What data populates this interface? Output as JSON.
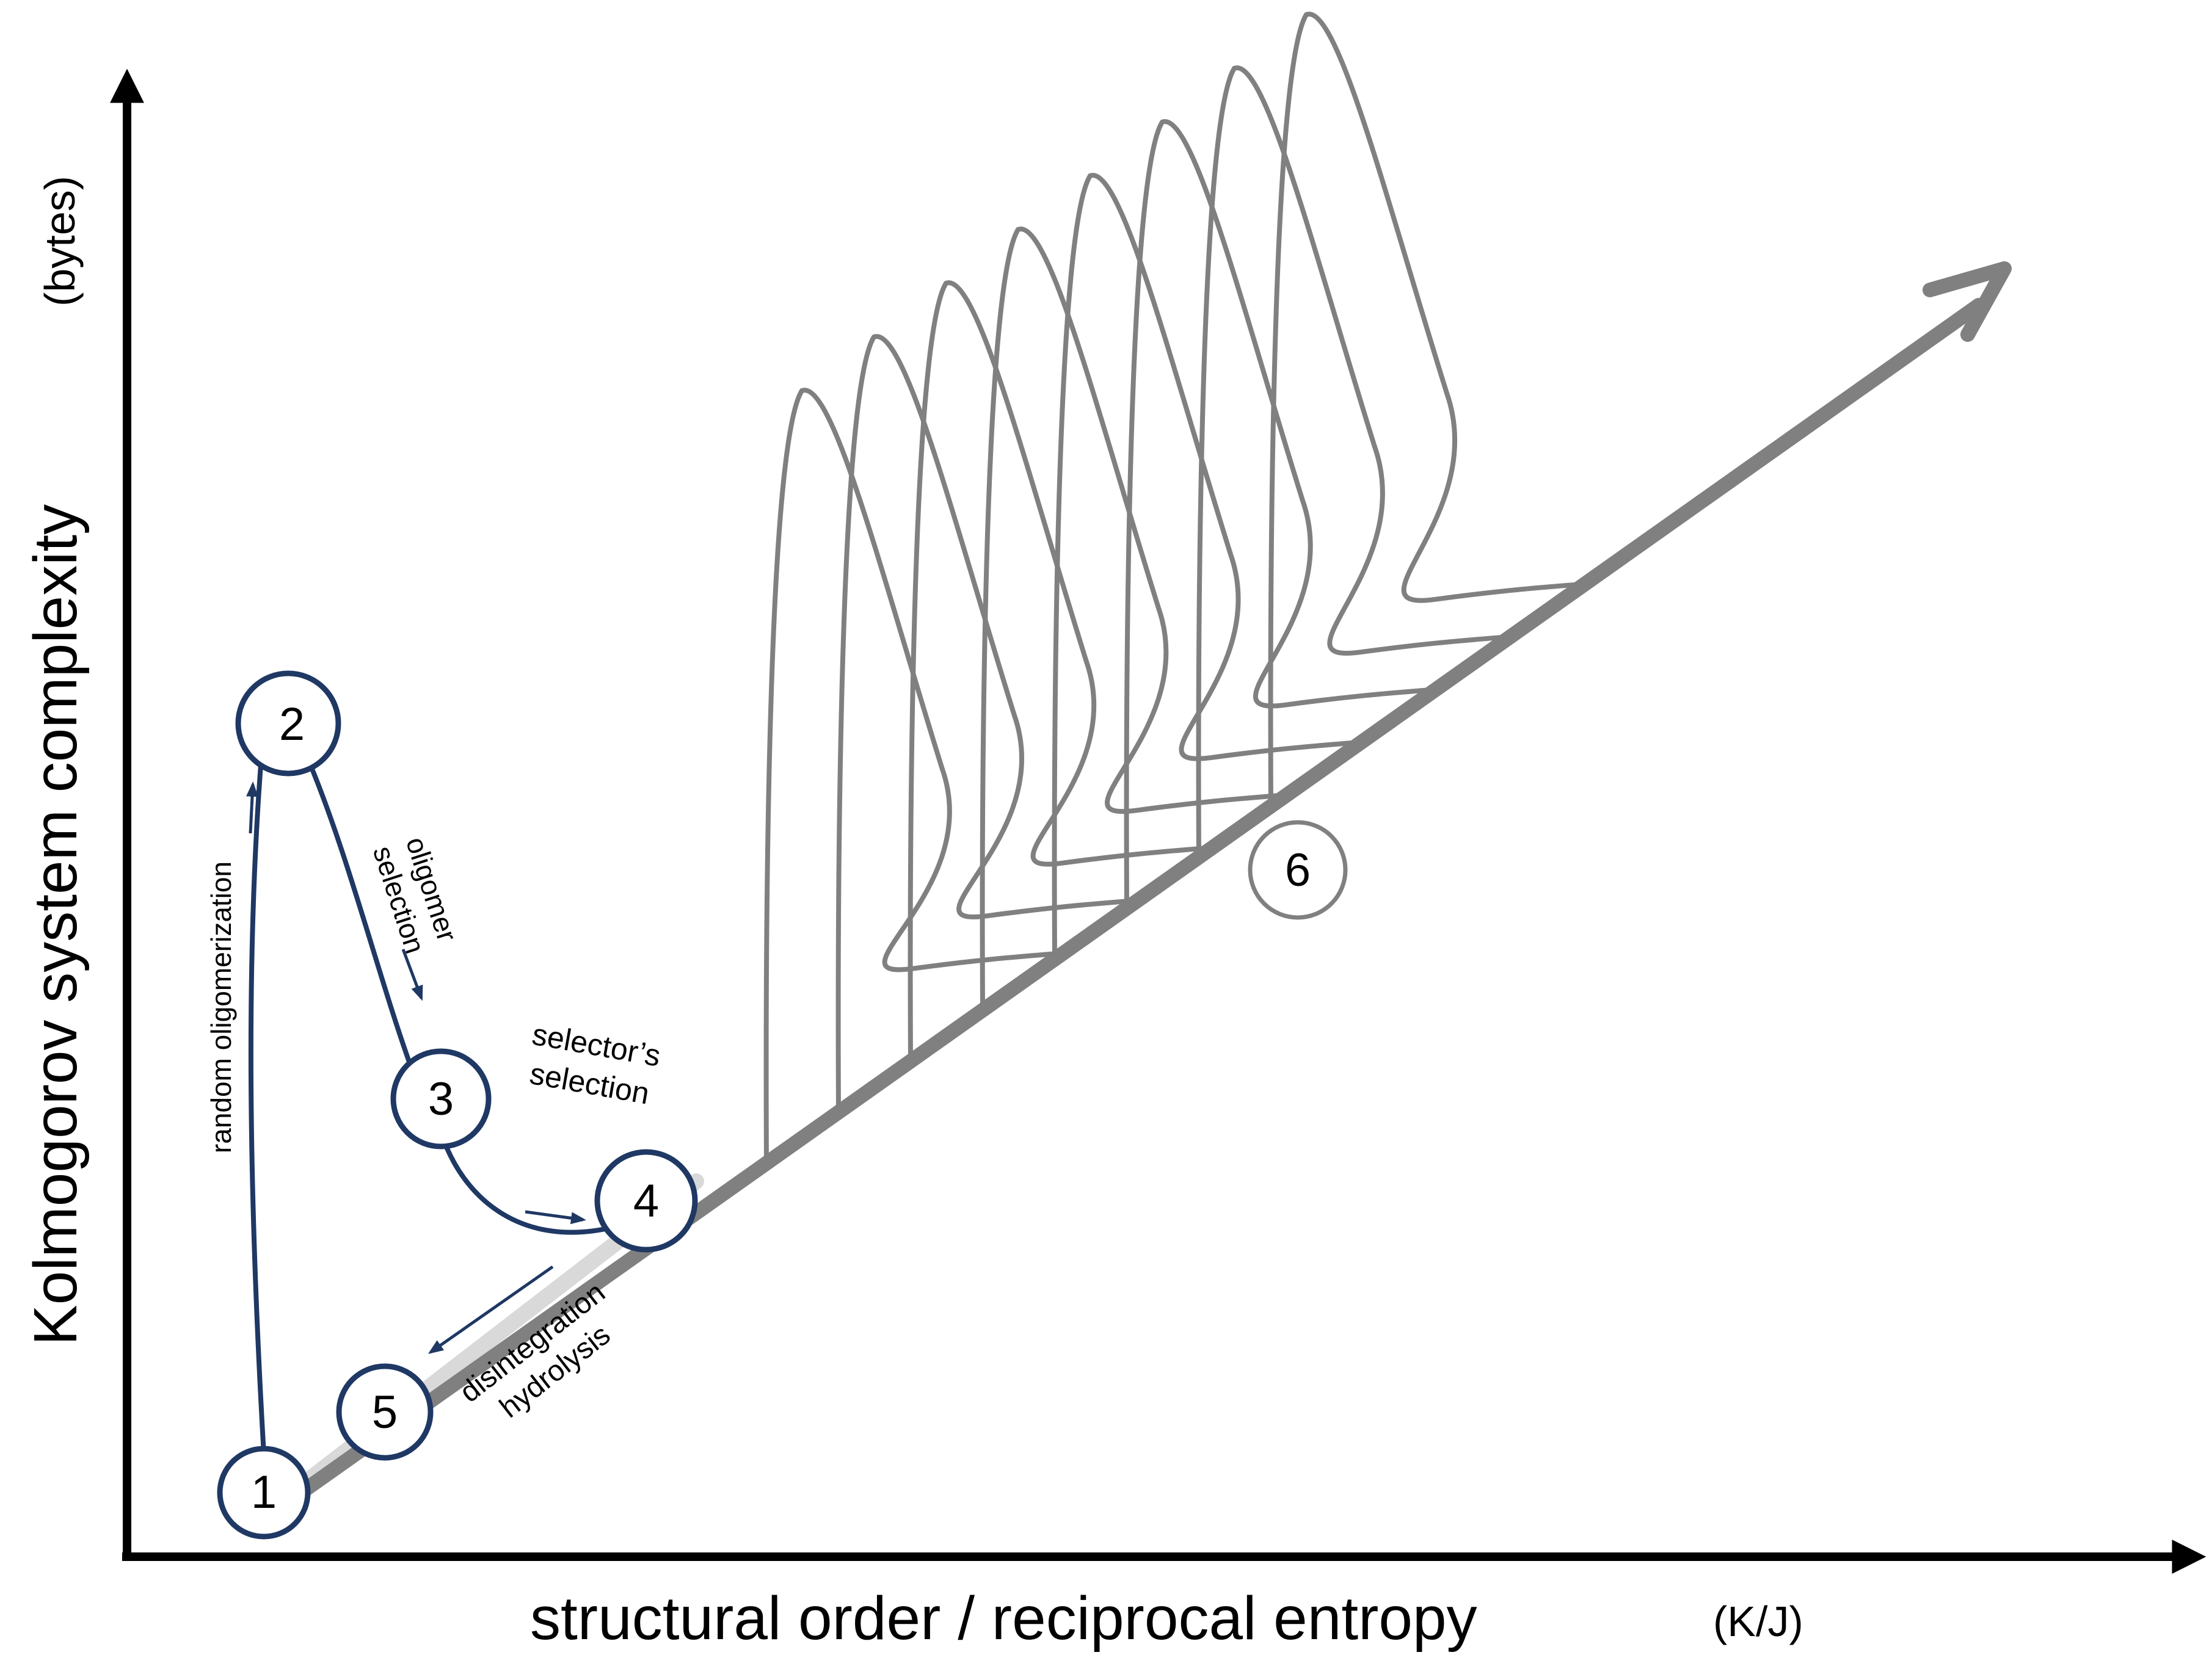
{
  "axes": {
    "y_label": "Kolmogorov system complexity",
    "y_unit": "(bytes)",
    "x_label": "structural order / reciprocal entropy",
    "x_unit": "(K/J)"
  },
  "nodes": [
    {
      "id": "1",
      "label": "1",
      "group": "pathway"
    },
    {
      "id": "2",
      "label": "2",
      "group": "pathway"
    },
    {
      "id": "3",
      "label": "3",
      "group": "pathway"
    },
    {
      "id": "4",
      "label": "4",
      "group": "pathway"
    },
    {
      "id": "5",
      "label": "5",
      "group": "pathway"
    },
    {
      "id": "6",
      "label": "6",
      "group": "evolution"
    }
  ],
  "edges": [
    {
      "from": "1",
      "to": "2",
      "label": "random oligomerization"
    },
    {
      "from": "2",
      "to": "3",
      "label_lines": [
        "oligomer",
        "selection"
      ]
    },
    {
      "from": "3",
      "to": "4",
      "label_lines": [
        "selector’s",
        "selection"
      ]
    },
    {
      "from": "4",
      "to": "5",
      "label_lines": [
        "disintegration",
        "hydrolysis"
      ]
    }
  ],
  "colors": {
    "pathway": "#1f3864",
    "evolution": "#808080",
    "axis": "#000000",
    "diagonal_faded": "#d9d9d9"
  },
  "decor": {
    "diagonal_arrow": "arrow-up-right-icon",
    "bell_curves_count": 8
  }
}
